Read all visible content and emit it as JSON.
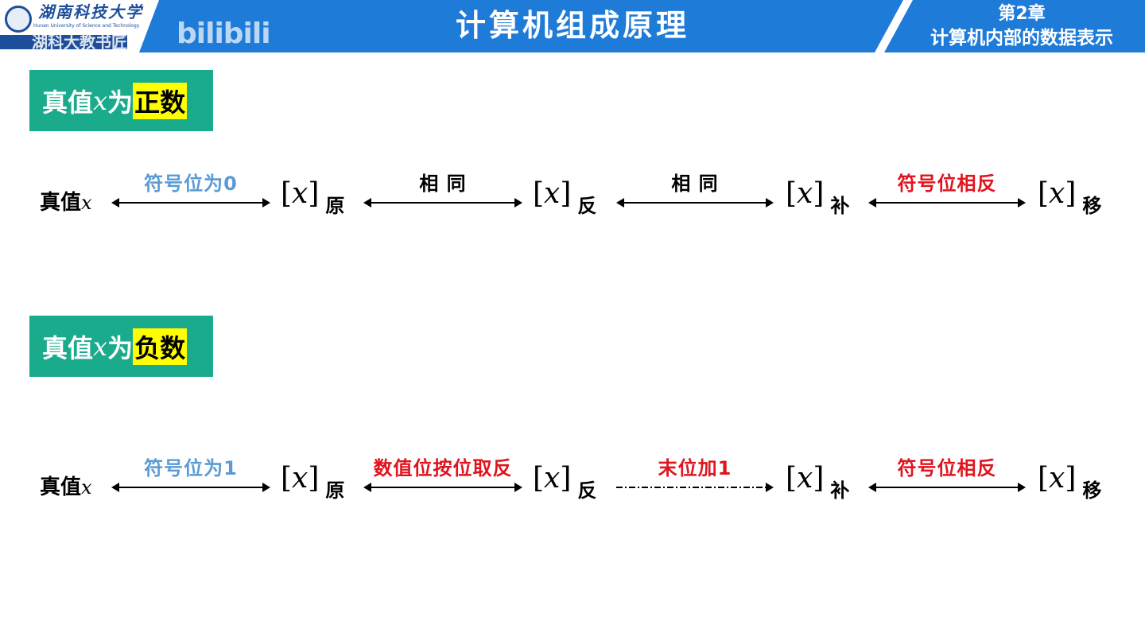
{
  "header": {
    "logo_cn": "湖南科技大学",
    "logo_en": "Hunan University of Science and Technology",
    "watermark": "湖科大教书匠",
    "bili": "bilibili",
    "title": "计算机组成原理",
    "chapter": "第2章",
    "chapter_title": "计算机内部的数据表示"
  },
  "colors": {
    "header": "#1f7bd8",
    "box": "#1aaa8c",
    "highlight": "#ffff00",
    "red": "#e0141e",
    "blue": "#5b9bd5"
  },
  "positive": {
    "box_prefix": "真值",
    "box_var": "x",
    "box_mid": "为",
    "box_hl": "正数",
    "x0": "真值",
    "var": "x",
    "subs": [
      "原",
      "反",
      "补",
      "移"
    ],
    "labels": [
      "符号位为0",
      "相 同",
      "相 同",
      "符号位相反"
    ]
  },
  "negative": {
    "box_prefix": "真值",
    "box_var": "x",
    "box_mid": "为",
    "box_hl": "负数",
    "x0": "真值",
    "var": "x",
    "subs": [
      "原",
      "反",
      "补",
      "移"
    ],
    "labels": [
      "符号位为1",
      "数值位按位取反",
      "末位加1",
      "符号位相反"
    ]
  }
}
